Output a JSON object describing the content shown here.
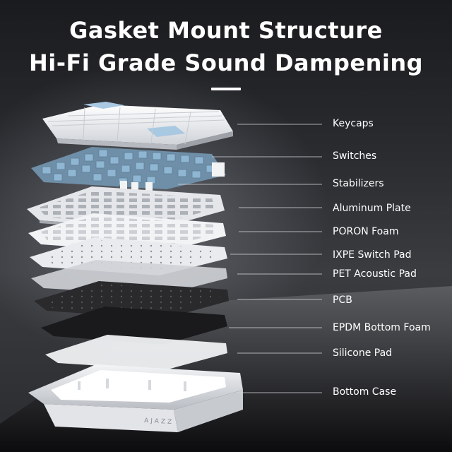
{
  "title": {
    "line1": "Gasket Mount Structure",
    "line2": "Hi-Fi Grade Sound Dampening"
  },
  "brand": "AJAZZ",
  "layers": [
    {
      "label": "Keycaps"
    },
    {
      "label": "Switches"
    },
    {
      "label": "Stabilizers"
    },
    {
      "label": "Aluminum Plate"
    },
    {
      "label": "PORON Foam"
    },
    {
      "label": "IXPE Switch Pad"
    },
    {
      "label": "PET Acoustic Pad"
    },
    {
      "label": "PCB"
    },
    {
      "label": "EPDM Bottom Foam"
    },
    {
      "label": "Silicone Pad"
    },
    {
      "label": "Bottom Case"
    }
  ],
  "colors": {
    "background": "#222327",
    "text": "#ffffff",
    "switch_blue": "#8fb6d2",
    "pcb": "#222222",
    "epdm": "#1a1a1a"
  }
}
